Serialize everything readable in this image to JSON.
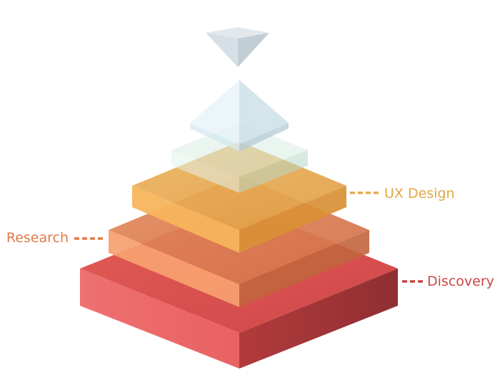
{
  "labels": {
    "ux_design": "UX Design",
    "research": "Research",
    "discovery": "Discovery"
  },
  "colors": {
    "ux_design": "#e2a747",
    "research": "#e07b4a",
    "discovery": "#cc4646"
  }
}
